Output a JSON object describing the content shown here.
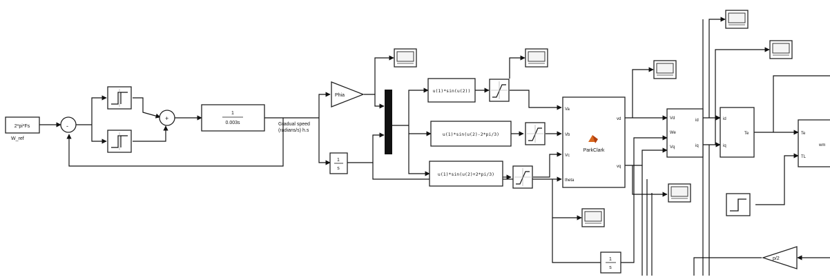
{
  "diagram": {
    "source": {
      "expr": "2*pi*Fs",
      "label": "W_ref"
    },
    "sum1": {
      "signs": "-"
    },
    "sum2": {
      "signs": "+"
    },
    "tf": {
      "num": "1",
      "den": "0.003s"
    },
    "ramp_label": [
      "Gradual speed",
      "(radians/s) h.s"
    ],
    "gain_phi": "Phia",
    "integrator": {
      "num": "1",
      "den": "s"
    },
    "fcn": [
      "u(1)*sin(u(2))",
      "u(1)*sin(u(2)-2*pi/3)",
      "u(1)*sin(u(2)+2*pi/3)"
    ],
    "park": {
      "title": "ParkClark",
      "in_ports": [
        "Va",
        "Vb",
        "Vc",
        "theta"
      ],
      "out_ports": [
        "vd",
        "vq"
      ]
    },
    "machine1": {
      "in_ports": [
        "Vd",
        "We",
        "Vq"
      ],
      "out_ports": [
        "id",
        "iq"
      ]
    },
    "machine2": {
      "in_ports": [
        "id",
        "iq"
      ],
      "out_ports": [
        "Te"
      ]
    },
    "machine3": {
      "in_ports": [
        "Te",
        "TL"
      ],
      "out_ports": [
        "wm"
      ]
    },
    "bottom_integrator": {
      "num": "1",
      "den": "s"
    },
    "bottom_gain": "p/2",
    "icons": [
      "scope-icon",
      "saturation-icon",
      "step-icon",
      "relay-icon",
      "matlab-logo-icon"
    ]
  }
}
